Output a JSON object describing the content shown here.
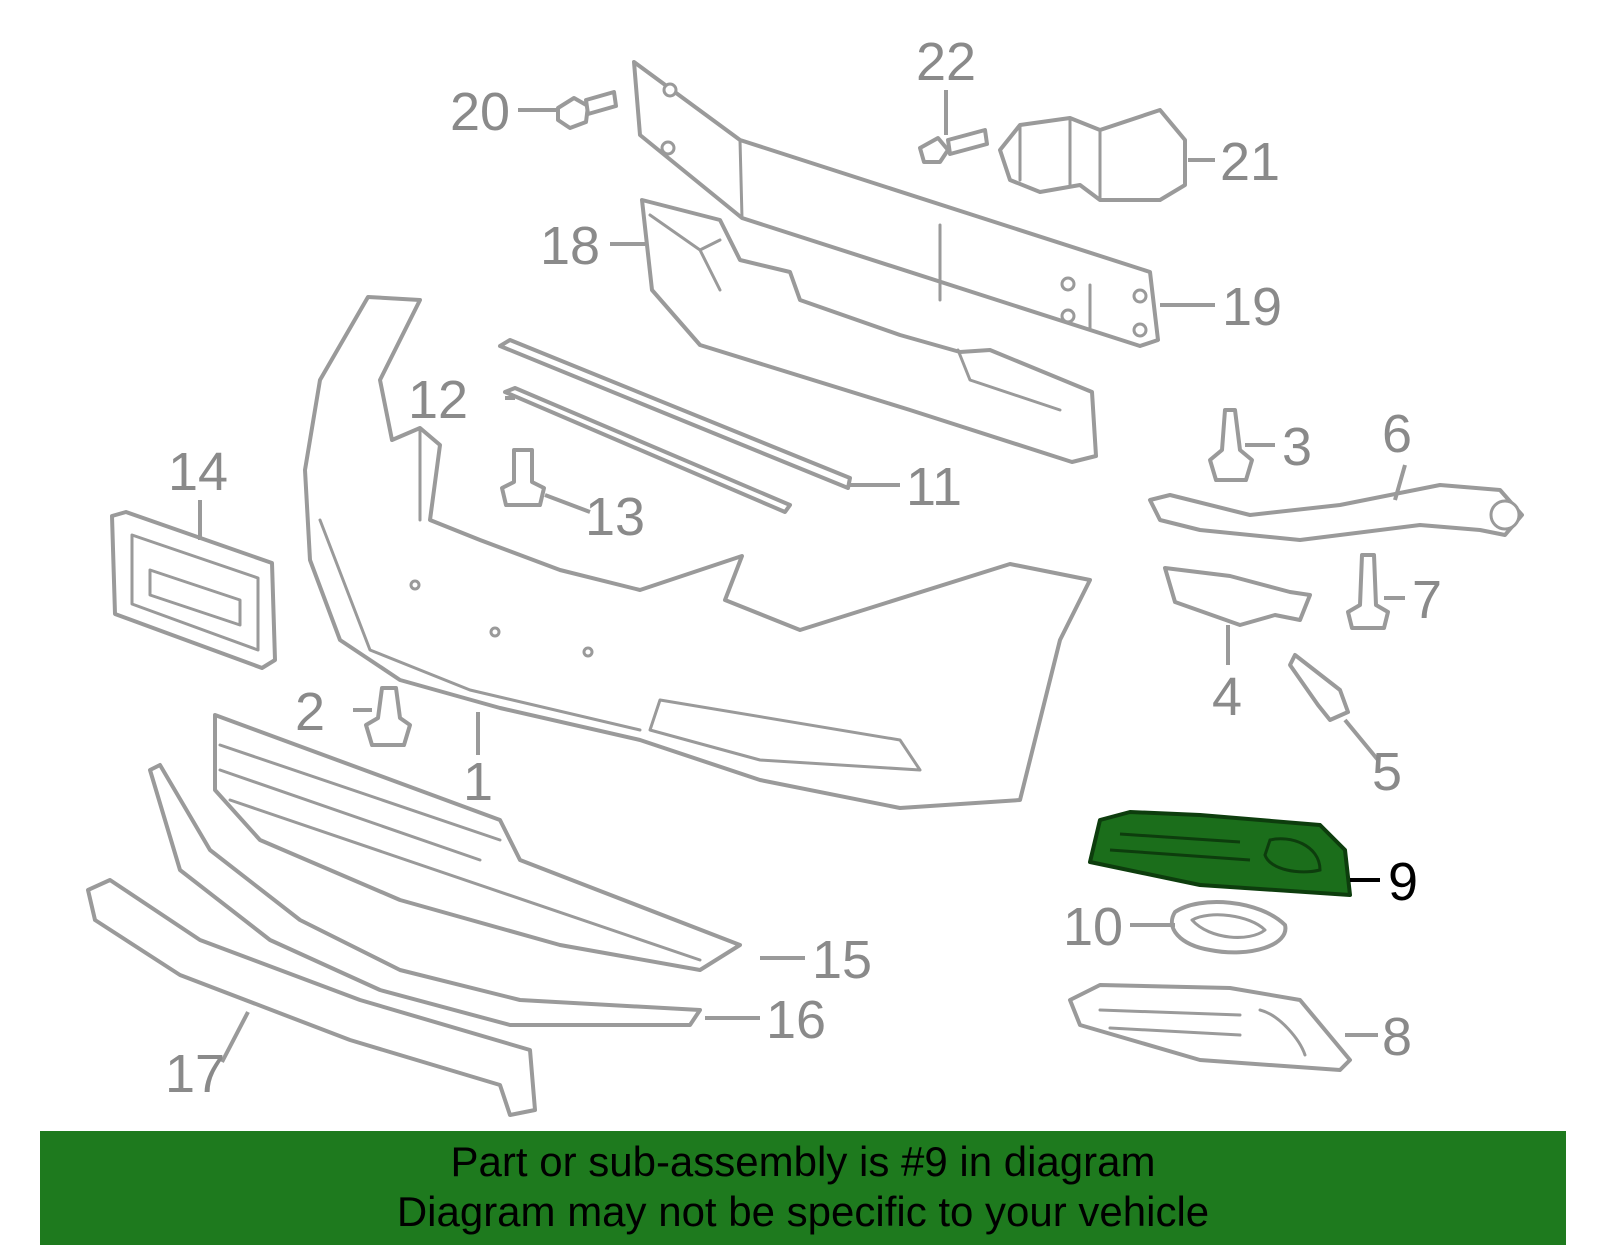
{
  "diagram": {
    "highlighted_part": "9",
    "callouts": {
      "c1": "1",
      "c2": "2",
      "c3": "3",
      "c4": "4",
      "c5": "5",
      "c6": "6",
      "c7": "7",
      "c8": "8",
      "c9": "9",
      "c10": "10",
      "c11": "11",
      "c12": "12",
      "c13": "13",
      "c14": "14",
      "c15": "15",
      "c16": "16",
      "c17": "17",
      "c18": "18",
      "c19": "19",
      "c20": "20",
      "c21": "21",
      "c22": "22"
    },
    "colors": {
      "highlight": "#1e7a1e",
      "lines": "#9a9a9a",
      "callout_text": "#8a8a8a"
    }
  },
  "banner": {
    "line1": "Part or sub-assembly is #9 in diagram",
    "line2": "Diagram may not be specific to your vehicle"
  }
}
